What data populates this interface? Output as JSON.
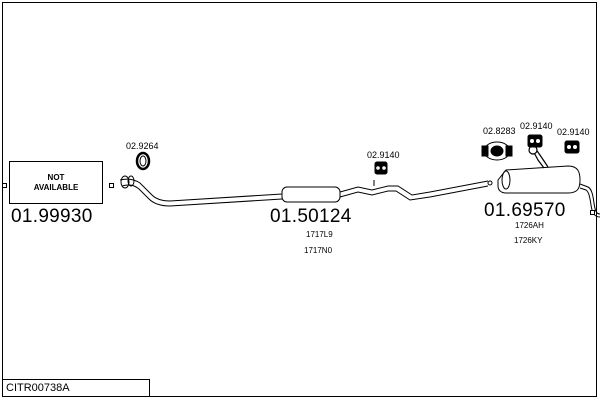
{
  "diagram": {
    "unavailable_label": "NOT\nAVAILABLE",
    "assembly_code": "CITR00738A",
    "parts": {
      "front": {
        "number": "01.99930"
      },
      "middle": {
        "number": "01.50124",
        "oem": [
          "1717L9",
          "1717N0"
        ]
      },
      "rear": {
        "number": "01.69570",
        "oem": [
          "1726AH",
          "1726KY"
        ]
      }
    },
    "accessories": {
      "clamp_front": "02.9264",
      "hanger_middle": "02.9140",
      "clamp_rear": "02.8283",
      "hanger_rear_1": "02.9140",
      "hanger_rear_2": "02.9140"
    }
  }
}
